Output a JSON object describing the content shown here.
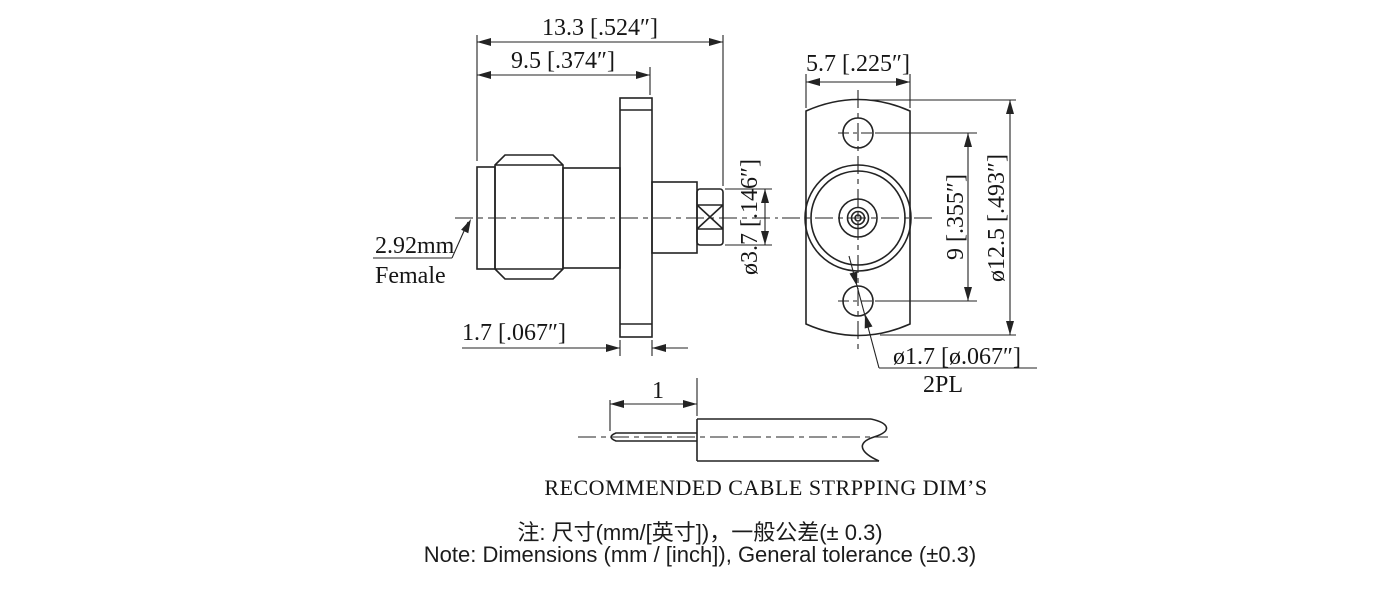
{
  "colors": {
    "line": "#232323",
    "text": "#161616",
    "background": "#ffffff"
  },
  "side_view": {
    "label_line1": "2.92mm",
    "label_line2": "Female",
    "dim_overall": "13.3 [.524″]",
    "dim_body": "9.5 [.374″]",
    "dim_flange_thk": "1.7 [.067″]",
    "dim_solder": "ø3.7 [.146″]"
  },
  "front_view": {
    "dim_width": "5.7 [.225″]",
    "dim_hole_span": "9 [.355″]",
    "dim_height": "ø12.5 [.493″]",
    "dim_hole": "ø1.7 [ø.067″]",
    "dim_hole_qty": "2PL"
  },
  "cable_view": {
    "dim_strip": "1",
    "caption": "RECOMMENDED CABLE STRPPING DIM’S"
  },
  "notes": {
    "zh": "注: 尺寸(mm/[英寸])，一般公差(± 0.3)",
    "en": "Note: Dimensions (mm / [inch]), General tolerance (±0.3)"
  }
}
